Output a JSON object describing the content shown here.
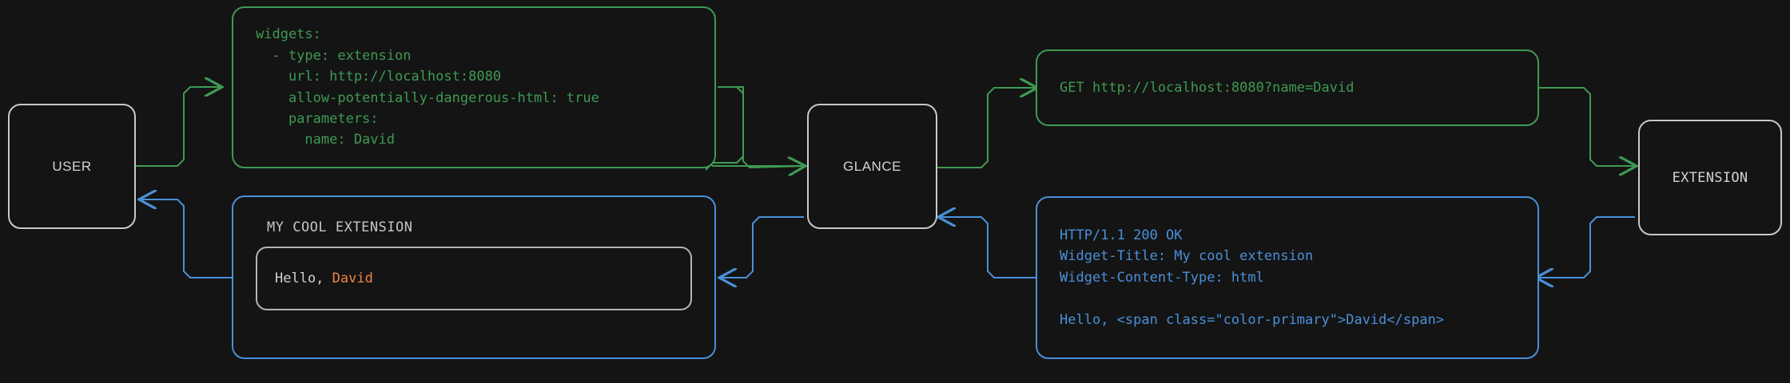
{
  "theme": {
    "background": "#141414",
    "request_color": "#3e9a52",
    "response_color": "#4a90d9",
    "node_border": "#c8c8c8",
    "node_text": "#d2d2d2",
    "accent_color": "#ef8540"
  },
  "nodes": {
    "user": {
      "label": "USER"
    },
    "glance": {
      "label": "GLANCE"
    },
    "extension": {
      "label": "EXTENSION"
    }
  },
  "boxes": {
    "config": {
      "kind": "yaml-config",
      "color": "#3e9a52",
      "text": "widgets:\n  - type: extension\n    url: http://localhost:8080\n    allow-potentially-dangerous-html: true\n    parameters:\n      name: David"
    },
    "request": {
      "kind": "http-request",
      "color": "#3e9a52",
      "text": "GET http://localhost:8080?name=David"
    },
    "response": {
      "kind": "http-response",
      "color": "#4a90d9",
      "text": "HTTP/1.1 200 OK\nWidget-Title: My cool extension\nWidget-Content-Type: html\n\nHello, <span class=\"color-primary\">David</span>"
    },
    "widget": {
      "kind": "rendered-widget",
      "color": "#4a90d9",
      "title": "MY COOL EXTENSION",
      "greeting_prefix": "Hello, ",
      "greeting_name": "David"
    }
  },
  "edges": [
    {
      "name": "user-to-config",
      "type": "request",
      "color": "#3e9a52"
    },
    {
      "name": "config-to-glance",
      "type": "request",
      "color": "#3e9a52"
    },
    {
      "name": "glance-to-request",
      "type": "request",
      "color": "#3e9a52"
    },
    {
      "name": "request-to-extension",
      "type": "request",
      "color": "#3e9a52"
    },
    {
      "name": "extension-to-response",
      "type": "response",
      "color": "#4a90d9"
    },
    {
      "name": "response-to-glance",
      "type": "response",
      "color": "#4a90d9"
    },
    {
      "name": "glance-to-widget",
      "type": "response",
      "color": "#4a90d9"
    },
    {
      "name": "widget-to-user",
      "type": "response",
      "color": "#4a90d9"
    }
  ]
}
